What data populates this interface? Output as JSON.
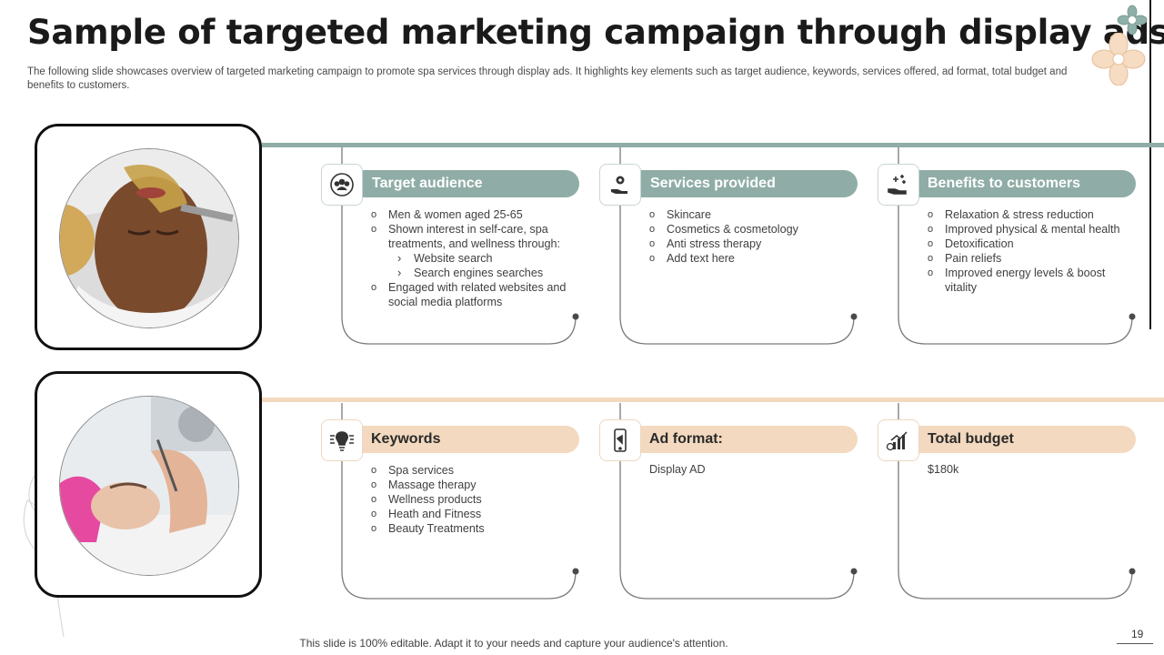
{
  "slide": {
    "title": "Sample of targeted marketing campaign through display ads",
    "subtitle": "The following slide showcases overview of targeted marketing campaign to promote spa services through display ads. It highlights key elements such as target audience, keywords, services offered, ad format, total budget and benefits to customers.",
    "footer": "This slide is 100% editable. Adapt it to your needs and capture your audience's attention.",
    "page_number": "19"
  },
  "colors": {
    "teal": "#8fada6",
    "sand": "#f3d9bf",
    "dark": "#1a1a1a"
  },
  "row1": {
    "photo": "spa-facial-mask-photo",
    "cards": [
      {
        "heading": "Target audience",
        "icon": "people-group-icon",
        "items": [
          {
            "text": "Men & women aged 25-65"
          },
          {
            "text": "Shown interest in self-care,  spa treatments, and wellness through:"
          },
          {
            "text": "Website search",
            "sub": true
          },
          {
            "text": "Search engines searches",
            "sub": true
          },
          {
            "text": "Engaged with related websites and social media platforms"
          }
        ]
      },
      {
        "heading": "Services provided",
        "icon": "hand-gear-icon",
        "items": [
          {
            "text": "Skincare"
          },
          {
            "text": "Cosmetics & cosmetology"
          },
          {
            "text": "Anti stress therapy"
          },
          {
            "text": "Add text here"
          }
        ]
      },
      {
        "heading": "Benefits to customers",
        "icon": "hand-sparkle-icon",
        "items": [
          {
            "text": "Relaxation & stress reduction"
          },
          {
            "text": "Improved  physical & mental health"
          },
          {
            "text": "Detoxification"
          },
          {
            "text": "Pain reliefs"
          },
          {
            "text": "Improved  energy levels & boost vitality"
          }
        ]
      }
    ]
  },
  "row2": {
    "photo": "spa-eyebrow-treatment-photo",
    "cards": [
      {
        "heading": "Keywords",
        "icon": "lightbulb-idea-icon",
        "items": [
          {
            "text": "Spa services"
          },
          {
            "text": "Massage therapy"
          },
          {
            "text": "Wellness products"
          },
          {
            "text": "Heath and Fitness"
          },
          {
            "text": "Beauty Treatments"
          }
        ]
      },
      {
        "heading": "Ad format:",
        "icon": "mobile-ad-icon",
        "text": "Display AD"
      },
      {
        "heading": "Total budget",
        "icon": "budget-chart-icon",
        "text": "$180k"
      }
    ]
  }
}
